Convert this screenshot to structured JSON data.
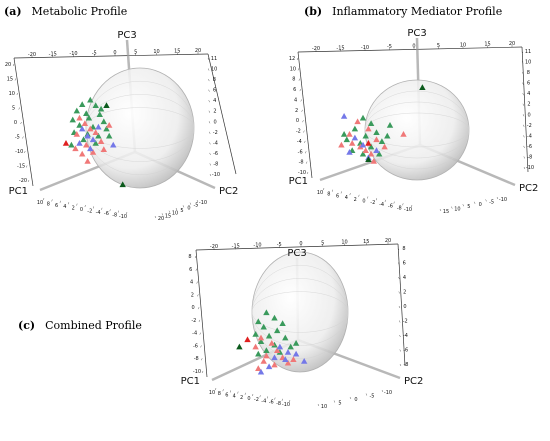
{
  "panels": [
    {
      "letter": "(a)",
      "title": "Metabolic Profile"
    },
    {
      "letter": "(b)",
      "title": "Inflammatory Mediator Profile"
    },
    {
      "letter": "(c)",
      "title": "Combined Profile"
    }
  ],
  "colors": {
    "green": "#3a9a5c",
    "red": "#f07878",
    "blue": "#7478e8",
    "darkgreen": "#0b5a1c",
    "brightred": "#e02020",
    "frame": "#333333",
    "axis": "#9a9a9a"
  },
  "chart_data": [
    {
      "type": "scatter",
      "subtype": "3d-pca",
      "title": "Metabolic Profile",
      "axes": [
        "PC1",
        "PC2",
        "PC3"
      ],
      "ticks": {
        "pc1": [
          "10",
          "8",
          "6",
          "4",
          "2",
          "0",
          "-2",
          "-4",
          "-6",
          "-8",
          "-10"
        ],
        "pc2": [
          "20",
          "15",
          "10",
          "5",
          "0",
          "-5",
          "-10"
        ],
        "pc3": [
          "20",
          "15",
          "10",
          "5",
          "0",
          "-5",
          "-10",
          "-15",
          "-20"
        ],
        "right": [
          "11",
          "10",
          "8",
          "6",
          "4",
          "2",
          "0",
          "-2",
          "-4",
          "-6",
          "-8",
          "-10"
        ],
        "top": [
          "-20",
          "-15",
          "-10",
          "-5",
          "0",
          "5",
          "10",
          "15",
          "20"
        ]
      },
      "series": [
        {
          "color": "green",
          "points": [
            [
              58,
              80
            ],
            [
              52,
              85
            ],
            [
              62,
              86
            ],
            [
              48,
              92
            ],
            [
              55,
              95
            ],
            [
              65,
              96
            ],
            [
              45,
              102
            ],
            [
              57,
              100
            ],
            [
              68,
              104
            ],
            [
              50,
              108
            ],
            [
              60,
              110
            ],
            [
              70,
              112
            ],
            [
              46,
              116
            ],
            [
              56,
              118
            ],
            [
              64,
              120
            ],
            [
              53,
              124
            ],
            [
              62,
              128
            ],
            [
              66,
              90
            ],
            [
              44,
              130
            ],
            [
              72,
              120
            ]
          ]
        },
        {
          "color": "red",
          "points": [
            [
              50,
              100
            ],
            [
              54,
              106
            ],
            [
              58,
              112
            ],
            [
              48,
              118
            ],
            [
              62,
              116
            ],
            [
              55,
              130
            ],
            [
              47,
              134
            ],
            [
              66,
              126
            ],
            [
              52,
              140
            ],
            [
              60,
              138
            ],
            [
              72,
              108
            ],
            [
              68,
              135
            ],
            [
              56,
              148
            ]
          ]
        },
        {
          "color": "blue",
          "points": [
            [
              52,
              112
            ],
            [
              56,
              120
            ],
            [
              60,
              124
            ],
            [
              50,
              128
            ],
            [
              64,
              110
            ],
            [
              58,
              134
            ],
            [
              75,
              130
            ]
          ]
        },
        {
          "color": "darkgreen",
          "points": [
            [
              70,
              86
            ],
            [
              82,
              174
            ]
          ]
        },
        {
          "color": "brightred",
          "points": [
            [
              40,
              128
            ]
          ]
        }
      ]
    },
    {
      "type": "scatter",
      "subtype": "3d-pca",
      "title": "Inflammatory Mediator Profile",
      "axes": [
        "PC1",
        "PC2",
        "PC3"
      ],
      "ticks": {
        "pc1": [
          "10",
          "8",
          "6",
          "4",
          "2",
          "0",
          "-2",
          "-4",
          "-6",
          "-8",
          "-10"
        ],
        "pc2": [
          "15",
          "10",
          "5",
          "0",
          "-5",
          "-10"
        ],
        "pc3": [
          "12",
          "10",
          "8",
          "6",
          "4",
          "2",
          "0",
          "-2",
          "-4",
          "-6",
          "-8",
          "-10"
        ],
        "right": [
          "11",
          "10",
          "8",
          "6",
          "4",
          "2",
          "0",
          "-2",
          "-4",
          "-6",
          "-8",
          "-10"
        ],
        "top": [
          "-20",
          "-15",
          "-10",
          "-5",
          "0",
          "5",
          "10",
          "15",
          "20"
        ]
      },
      "series": [
        {
          "color": "green",
          "points": [
            [
              60,
              100
            ],
            [
              66,
              106
            ],
            [
              54,
              112
            ],
            [
              70,
              116
            ],
            [
              62,
              120
            ],
            [
              48,
              124
            ],
            [
              58,
              128
            ],
            [
              74,
              126
            ],
            [
              66,
              132
            ],
            [
              52,
              136
            ],
            [
              60,
              140
            ],
            [
              78,
              120
            ],
            [
              72,
              140
            ],
            [
              46,
              118
            ],
            [
              80,
              108
            ]
          ]
        },
        {
          "color": "red",
          "points": [
            [
              56,
              104
            ],
            [
              64,
              112
            ],
            [
              50,
              118
            ],
            [
              70,
              124
            ],
            [
              58,
              132
            ],
            [
              62,
              136
            ],
            [
              52,
              128
            ],
            [
              76,
              132
            ],
            [
              66,
              140
            ],
            [
              90,
              118
            ],
            [
              44,
              130
            ],
            [
              68,
              148
            ]
          ]
        },
        {
          "color": "blue",
          "points": [
            [
              46,
              98
            ],
            [
              54,
              122
            ],
            [
              60,
              130
            ],
            [
              50,
              138
            ],
            [
              64,
              144
            ],
            [
              70,
              136
            ]
          ]
        },
        {
          "color": "darkgreen",
          "points": [
            [
              104,
              66
            ],
            [
              64,
              146
            ]
          ]
        },
        {
          "color": "brightred",
          "points": [
            [
              64,
              128
            ]
          ]
        }
      ]
    },
    {
      "type": "scatter",
      "subtype": "3d-pca",
      "title": "Combined Profile",
      "axes": [
        "PC1",
        "PC2",
        "PC3"
      ],
      "ticks": {
        "pc1": [
          "10",
          "8",
          "6",
          "4",
          "2",
          "0",
          "-2",
          "-4",
          "-6",
          "-8",
          "-10"
        ],
        "pc2": [
          "10",
          "5",
          "0",
          "-5",
          "-10"
        ],
        "pc3": [
          "8",
          "6",
          "4",
          "2",
          "0",
          "-2",
          "-4",
          "-6",
          "-8",
          "-10"
        ],
        "right": [
          "8",
          "6",
          "4",
          "2",
          "0",
          "-2",
          "-4",
          "-6",
          "-8"
        ],
        "top": [
          "-20",
          "-15",
          "-10",
          "-5",
          "0",
          "5",
          "10",
          "15",
          "20"
        ]
      },
      "series": [
        {
          "color": "green",
          "points": [
            [
              64,
              74
            ],
            [
              70,
              80
            ],
            [
              58,
              84
            ],
            [
              76,
              86
            ],
            [
              62,
              90
            ],
            [
              72,
              94
            ],
            [
              56,
              98
            ],
            [
              66,
              100
            ],
            [
              78,
              102
            ],
            [
              60,
              106
            ],
            [
              70,
              110
            ],
            [
              82,
              112
            ],
            [
              64,
              116
            ],
            [
              74,
              118
            ],
            [
              58,
              120
            ],
            [
              86,
              108
            ]
          ]
        },
        {
          "color": "red",
          "points": [
            [
              60,
              102
            ],
            [
              68,
              108
            ],
            [
              56,
              112
            ],
            [
              72,
              116
            ],
            [
              64,
              122
            ],
            [
              76,
              124
            ],
            [
              80,
              130
            ],
            [
              62,
              128
            ],
            [
              70,
              132
            ],
            [
              58,
              136
            ],
            [
              84,
              126
            ]
          ]
        },
        {
          "color": "blue",
          "points": [
            [
              74,
              112
            ],
            [
              80,
              118
            ],
            [
              86,
              120
            ],
            [
              70,
              124
            ],
            [
              78,
              126
            ],
            [
              92,
              128
            ],
            [
              66,
              134
            ],
            [
              60,
              140
            ]
          ]
        },
        {
          "color": "darkgreen",
          "points": [
            [
              44,
              112
            ]
          ]
        },
        {
          "color": "brightred",
          "points": [
            [
              50,
              104
            ]
          ]
        }
      ]
    }
  ]
}
